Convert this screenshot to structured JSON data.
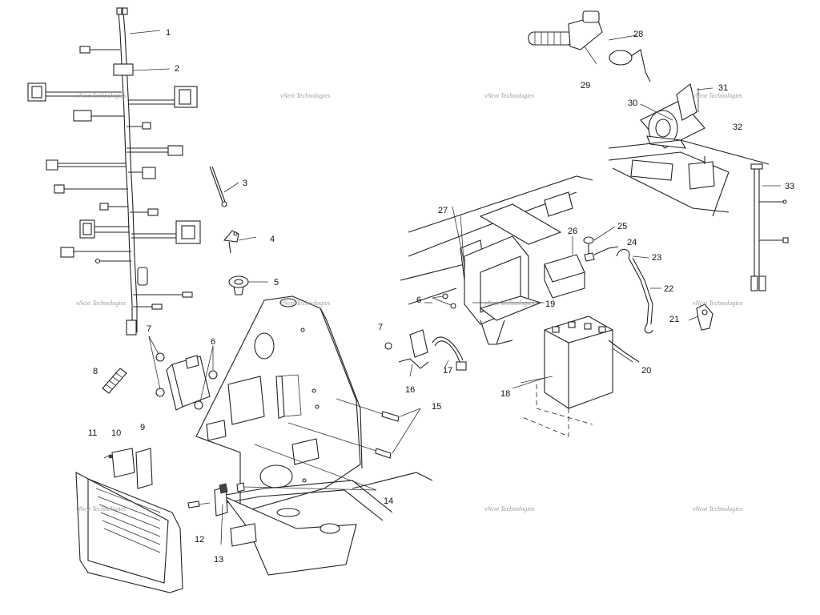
{
  "watermark": "vNext Technologies",
  "callouts": [
    {
      "id": "callout-1",
      "text": "1"
    },
    {
      "id": "callout-2",
      "text": "2"
    },
    {
      "id": "callout-3",
      "text": "3"
    },
    {
      "id": "callout-4",
      "text": "4"
    },
    {
      "id": "callout-5",
      "text": "5"
    },
    {
      "id": "callout-6a",
      "text": "6"
    },
    {
      "id": "callout-7a",
      "text": "7"
    },
    {
      "id": "callout-8",
      "text": "8"
    },
    {
      "id": "callout-9",
      "text": "9"
    },
    {
      "id": "callout-10",
      "text": "10"
    },
    {
      "id": "callout-11",
      "text": "11"
    },
    {
      "id": "callout-12",
      "text": "12"
    },
    {
      "id": "callout-13",
      "text": "13"
    },
    {
      "id": "callout-14",
      "text": "14"
    },
    {
      "id": "callout-15",
      "text": "15"
    },
    {
      "id": "callout-16",
      "text": "16"
    },
    {
      "id": "callout-17",
      "text": "17"
    },
    {
      "id": "callout-18",
      "text": "18"
    },
    {
      "id": "callout-19",
      "text": "19"
    },
    {
      "id": "callout-20",
      "text": "20"
    },
    {
      "id": "callout-21",
      "text": "21"
    },
    {
      "id": "callout-22",
      "text": "22"
    },
    {
      "id": "callout-23",
      "text": "23"
    },
    {
      "id": "callout-24",
      "text": "24"
    },
    {
      "id": "callout-25",
      "text": "25"
    },
    {
      "id": "callout-26",
      "text": "26"
    },
    {
      "id": "callout-27",
      "text": "27"
    },
    {
      "id": "callout-28",
      "text": "28"
    },
    {
      "id": "callout-29",
      "text": "29"
    },
    {
      "id": "callout-30",
      "text": "30"
    },
    {
      "id": "callout-31",
      "text": "31"
    },
    {
      "id": "callout-32",
      "text": "32"
    },
    {
      "id": "callout-33",
      "text": "33"
    },
    {
      "id": "callout-6b",
      "text": "6"
    },
    {
      "id": "callout-7b",
      "text": "7"
    }
  ]
}
